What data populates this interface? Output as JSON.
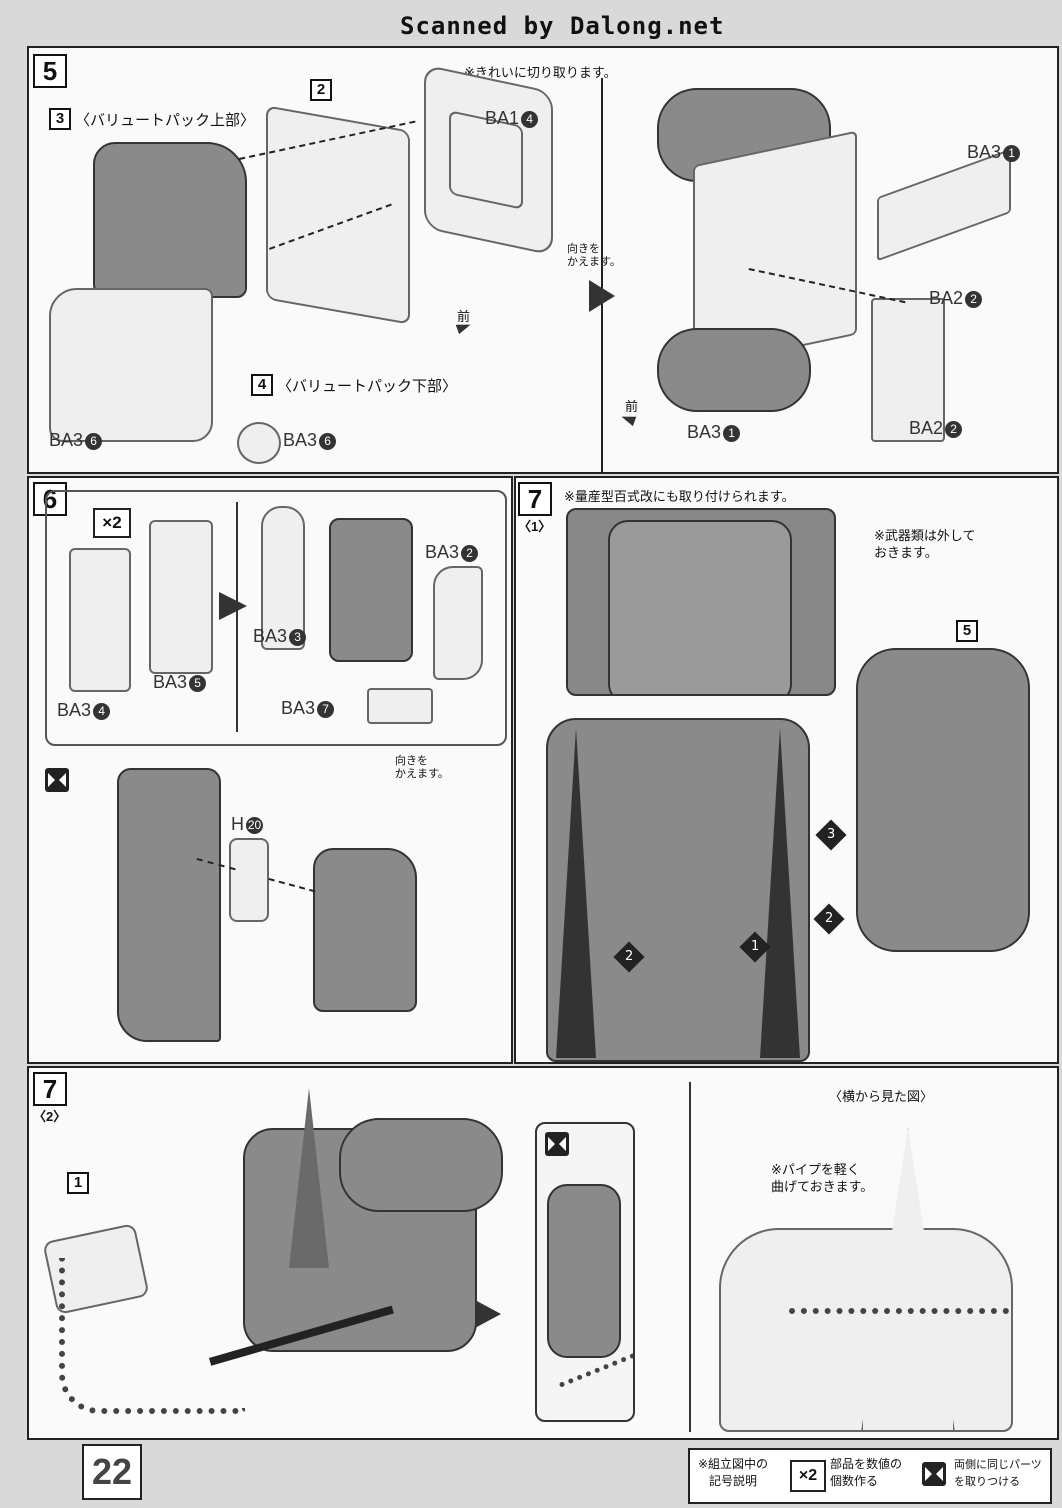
{
  "header": {
    "scan_credit": "Scanned by Dalong.net"
  },
  "page_number": "22",
  "step5": {
    "number": "5",
    "note": "※きれいに切り取ります。",
    "sub3": {
      "num": "3",
      "label": "〈バリュートパック上部〉"
    },
    "sub2": {
      "num": "2"
    },
    "sub4": {
      "num": "4",
      "label": "〈バリュートパック下部〉"
    },
    "turn_note": "向きを\nかえます。",
    "front1": "前",
    "front2": "前",
    "parts": {
      "ba1": "BA1",
      "ba1_n": "4",
      "ba3_6a": "BA3",
      "ba3_6a_n": "6",
      "ba3_6b": "BA3",
      "ba3_6b_n": "6",
      "ba3_1a": "BA3",
      "ba3_1a_n": "1",
      "ba2_2a": "BA2",
      "ba2_2a_n": "2",
      "ba3_1b": "BA3",
      "ba3_1b_n": "1",
      "ba2_2b": "BA2",
      "ba2_2b_n": "2"
    }
  },
  "step6": {
    "number": "6",
    "mult": "×2",
    "parts": {
      "ba3_2": "BA3",
      "ba3_2_n": "2",
      "ba3_3": "BA3",
      "ba3_3_n": "3",
      "ba3_5": "BA3",
      "ba3_5_n": "5",
      "ba3_4": "BA3",
      "ba3_4_n": "4",
      "ba3_7": "BA3",
      "ba3_7_n": "7",
      "h20": "H",
      "h20_n": "20"
    },
    "turn_note": "向きを\nかえます。"
  },
  "step7_1": {
    "number": "7",
    "sub": "〈1〉",
    "note": "※量産型百式改にも取り付けられます。",
    "weapon_note": "※武器類は外して\nおきます。",
    "ref5": "5",
    "arrows": [
      "1",
      "2",
      "2",
      "3"
    ]
  },
  "step7_2": {
    "number": "7",
    "sub": "〈2〉",
    "ref1": "1",
    "side_view": "〈横から見た図〉",
    "pipe_note": "※パイプを軽く\n曲げておきます。"
  },
  "legend": {
    "title": "※組立図中の\n記号説明",
    "x2": "×2",
    "x2_desc": "部品を数値の\n個数作る",
    "both_desc": "両側に同じパーツ\nを取りつける"
  }
}
